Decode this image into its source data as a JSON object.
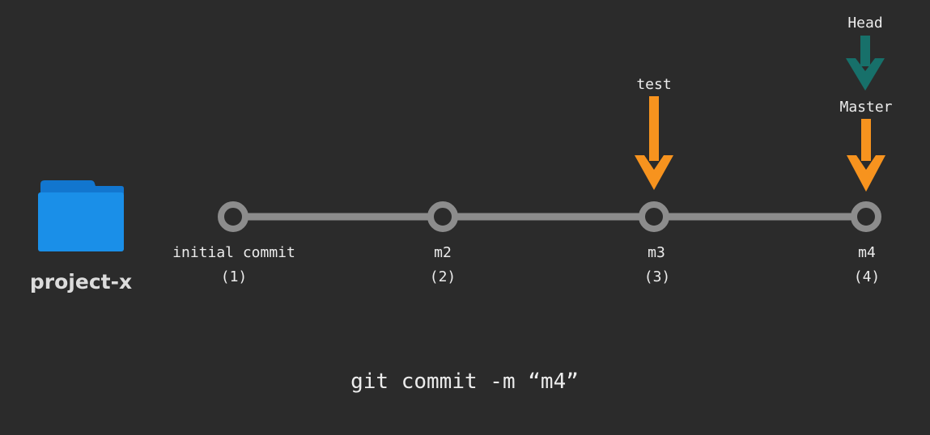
{
  "repo": {
    "name": "project-x",
    "icon": "folder-icon",
    "folder_color": "#1a8fe8",
    "folder_tab_color": "#1276cf"
  },
  "commits": [
    {
      "message": "initial commit",
      "number": "(1)"
    },
    {
      "message": "m2",
      "number": "(2)"
    },
    {
      "message": "m3",
      "number": "(3)"
    },
    {
      "message": "m4",
      "number": "(4)"
    }
  ],
  "pointers": {
    "test": {
      "label": "test",
      "commit_index": 2,
      "color": "#f7931e"
    },
    "master": {
      "label": "Master",
      "commit_index": 3,
      "color": "#f7931e"
    },
    "head": {
      "label": "Head",
      "target": "Master",
      "color": "#17706a"
    }
  },
  "command": "git commit -m “m4”",
  "colors": {
    "background": "#2b2b2b",
    "line": "#8c8c8c",
    "text": "#ececec"
  }
}
